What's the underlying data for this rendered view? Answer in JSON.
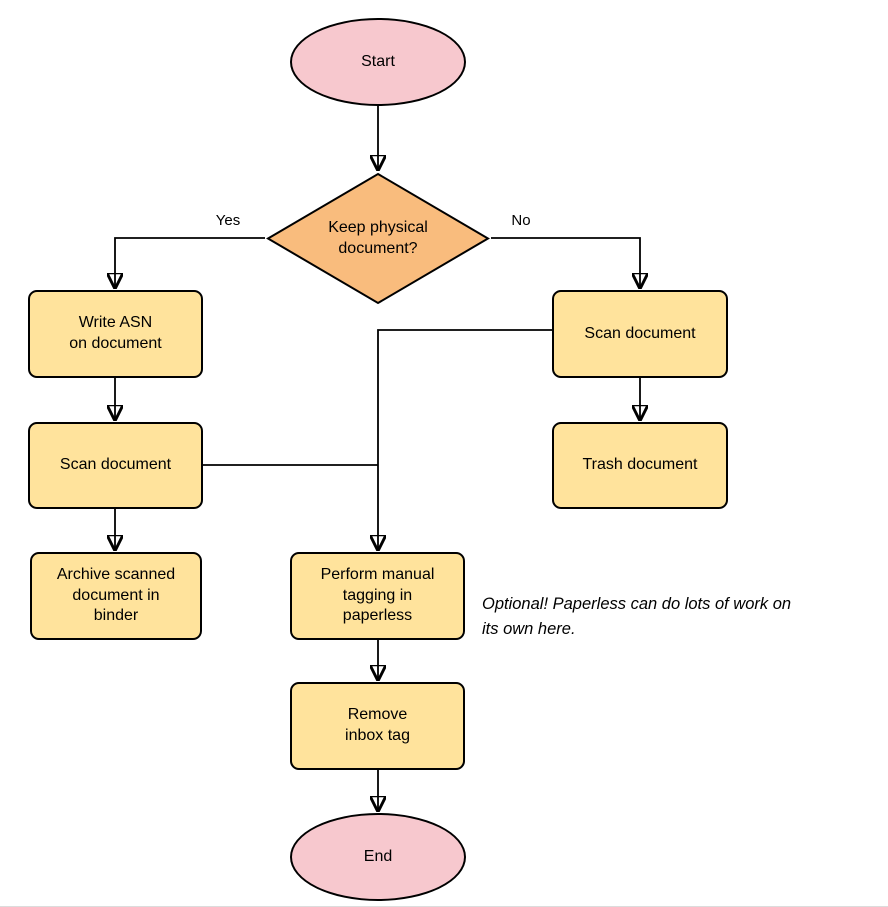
{
  "diagram": {
    "nodes": {
      "start": {
        "label": "Start"
      },
      "decision": {
        "label": "Keep physical\ndocument?"
      },
      "write_asn": {
        "label": "Write ASN\non document"
      },
      "scan_left": {
        "label": "Scan document"
      },
      "scan_right": {
        "label": "Scan document"
      },
      "trash": {
        "label": "Trash document"
      },
      "archive": {
        "label": "Archive scanned\ndocument in\nbinder"
      },
      "tagging": {
        "label": "Perform manual\ntagging in\npaperless"
      },
      "remove_inbox": {
        "label": "Remove\ninbox tag"
      },
      "end": {
        "label": "End"
      }
    },
    "edge_labels": {
      "yes": "Yes",
      "no": "No"
    },
    "annotation": "Optional! Paperless can do lots of work on\nits own here.",
    "colors": {
      "terminal_fill": "#f7c8ce",
      "decision_fill": "#f9bc7d",
      "process_fill": "#ffe39c",
      "stroke": "#000000"
    }
  }
}
